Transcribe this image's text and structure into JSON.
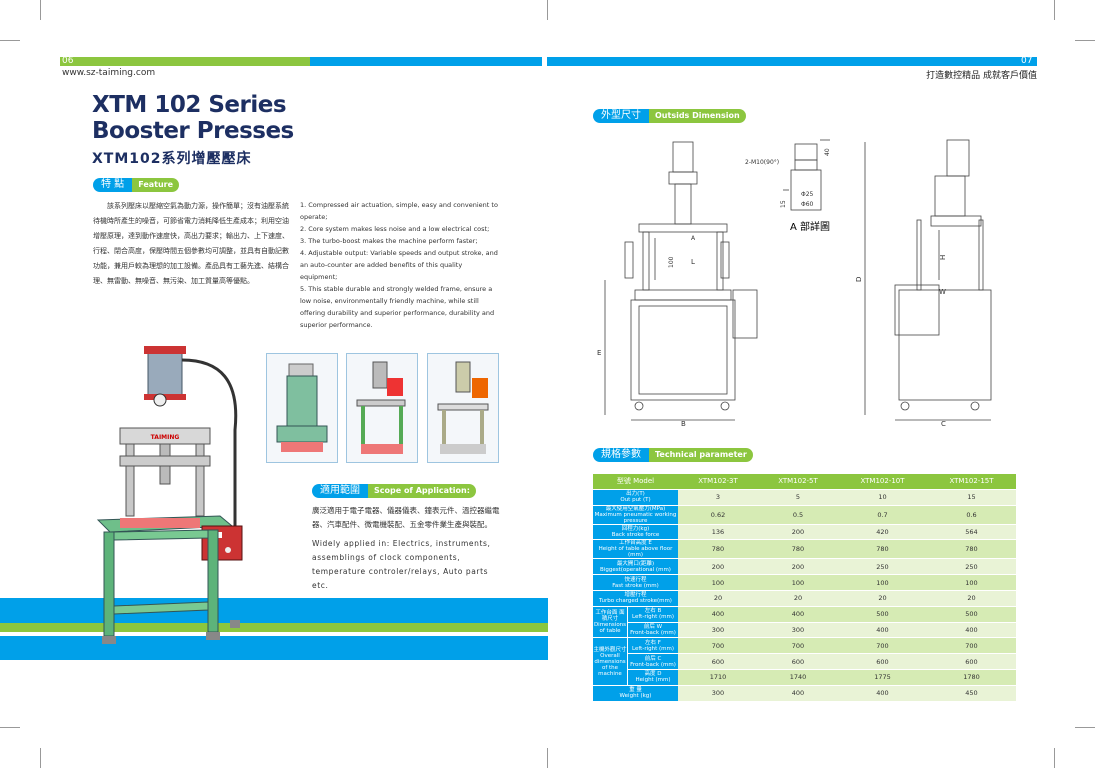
{
  "header": {
    "page_left": "06",
    "page_right": "07",
    "url": "www.sz-taiming.com",
    "slogan": "打造數控精品  成就客戶價值"
  },
  "title": {
    "line1": "XTM 102 Series",
    "line2": "Booster Presses",
    "cn": "XTM102系列增壓壓床"
  },
  "feature": {
    "cn_label": "特  點",
    "en_label": "Feature",
    "cn_text": "該系列壓床以壓縮空氣為動力源，操作簡單；沒有油壓系統待機時所產生的噪音，可節省電力消耗降低生產成本；利用空油增壓原理，達到動作速度快，高出力要求；輸出力、上下速度、行程、閉合高度，保壓時間五個參數均可調整，並具有自動記數功能，兼用戶較為理想的加工設備。產品具有工藝先進、結構合理、無雷動、無噪音、無污染、加工質量高等優點。",
    "en_items": [
      "1. Compressed air actuation, simple, easy and convenient to operate;",
      "2. Core system makes less noise and a low electrical cost;",
      "3. The turbo-boost makes the machine perform faster;",
      "4. Adjustable output: Variable speeds and output stroke, and an auto-counter are added benefits of this quality equipment;",
      "5. This stable durable and strongly welded frame, ensure a low noise, environmentally friendly machine, while still offering durability and superior performance, durability and superior performance."
    ]
  },
  "scope": {
    "cn_label": "適用範圍",
    "en_label": "Scope of Application:",
    "cn_text": "廣泛適用于電子電器、儀器儀表、鐘表元件、溫控器繼電器、汽車配件、微電機裝配、五金零件業生產與裝配。",
    "en_text": "Widely applied in: Electrics, instruments, assemblings of clock components, temperature controler/relays, Auto parts etc."
  },
  "outside": {
    "cn_label": "外型尺寸",
    "en_label": "Outsids Dimension",
    "detail_label": "A 部詳圖",
    "labels": [
      "2-M10(90°)",
      "40",
      "Φ25",
      "Φ60",
      "15",
      "L",
      "100",
      "H",
      "W",
      "D",
      "E",
      "B",
      "C",
      "A"
    ]
  },
  "machine": {
    "brand": "TAIMING"
  },
  "spec": {
    "cn_label": "規格參數",
    "en_label": "Technical parameter",
    "header": [
      "型號 Model",
      "XTM102-3T",
      "XTM102-5T",
      "XTM102-10T",
      "XTM102-15T"
    ],
    "rows": [
      {
        "label": "出力(T)",
        "label2": "Out put (T)",
        "values": [
          "3",
          "5",
          "10",
          "15"
        ]
      },
      {
        "label": "最大使用空氣壓力(MPa)",
        "label2": "Maximum pneumatic working pressure",
        "values": [
          "0.62",
          "0.5",
          "0.7",
          "0.6"
        ]
      },
      {
        "label": "回程力(kg)",
        "label2": "Back stroke force",
        "values": [
          "136",
          "200",
          "420",
          "564"
        ]
      },
      {
        "label": "工作台高度 E",
        "label2": "Height of table above floor (mm)",
        "values": [
          "780",
          "780",
          "780",
          "780"
        ]
      },
      {
        "label": "最大開口(距離)",
        "label2": "Biggest(operational (mm)",
        "values": [
          "200",
          "200",
          "250",
          "250"
        ]
      },
      {
        "label": "快速行程",
        "label2": "Fast stroke (mm)",
        "values": [
          "100",
          "100",
          "100",
          "100"
        ]
      },
      {
        "label": "增壓行程",
        "label2": "Turbo charged stroke(mm)",
        "values": [
          "20",
          "20",
          "20",
          "20"
        ]
      }
    ],
    "group_table": {
      "label": "工作台面 面積尺寸 Dimensions of table",
      "rows": [
        {
          "label": "左右 B",
          "label2": "Left-right (mm)",
          "values": [
            "400",
            "400",
            "500",
            "500"
          ]
        },
        {
          "label": "前后 W",
          "label2": "Front-back (mm)",
          "values": [
            "300",
            "300",
            "400",
            "400"
          ]
        }
      ]
    },
    "group_overall": {
      "label": "主機外觀尺寸 Overall dimensions of the machine",
      "rows": [
        {
          "label": "左右 F",
          "label2": "Left-right (mm)",
          "values": [
            "700",
            "700",
            "700",
            "700"
          ]
        },
        {
          "label": "前后 C",
          "label2": "Front-back (mm)",
          "values": [
            "600",
            "600",
            "600",
            "600"
          ]
        },
        {
          "label": "高度 D",
          "label2": "Height (mm)",
          "values": [
            "1710",
            "1740",
            "1775",
            "1780"
          ]
        }
      ]
    },
    "weight": {
      "label": "重 量",
      "label2": "Weight (kg)",
      "values": [
        "300",
        "400",
        "400",
        "450"
      ]
    }
  },
  "colors": {
    "blue": "#00a0e9",
    "green": "#8cc63f",
    "navy": "#1d2f62"
  }
}
